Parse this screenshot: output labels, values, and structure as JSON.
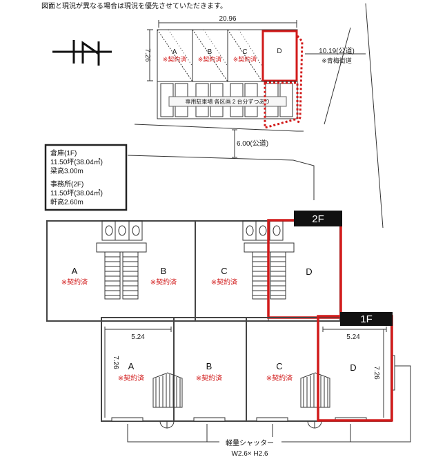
{
  "notice": "図面と現況が異なる場合は現況を優先させていただきます。",
  "site": {
    "width_dim": "20.96",
    "depth_dim": "7.26",
    "units": [
      {
        "label": "A",
        "status": "※契約済"
      },
      {
        "label": "B",
        "status": "※契約済"
      },
      {
        "label": "C",
        "status": "※契約済"
      },
      {
        "label": "D",
        "status": ""
      }
    ],
    "parking_note": "専用駐車場 各区画 2 台分ずつあり",
    "east_road": "10.19(公道)",
    "east_road_note": "※青梅街道",
    "south_road": "6.00(公道)"
  },
  "info": {
    "garage_title": "倉庫(1F)",
    "garage_area": "11.50坪(38.04㎡)",
    "garage_height": "梁高3.00m",
    "office_title": "事務所(2F)",
    "office_area": "11.50坪(38.04㎡)",
    "office_height": "軒高2.60m"
  },
  "floor2": {
    "tag": "2F",
    "units": [
      {
        "label": "A",
        "status": "※契約済"
      },
      {
        "label": "B",
        "status": "※契約済"
      },
      {
        "label": "C",
        "status": "※契約済"
      },
      {
        "label": "D",
        "status": ""
      }
    ]
  },
  "floor1": {
    "tag": "1F",
    "width_dim": "5.24",
    "depth_dim": "7.26",
    "units": [
      {
        "label": "A",
        "status": "※契約済"
      },
      {
        "label": "B",
        "status": "※契約済"
      },
      {
        "label": "C",
        "status": "※契約済"
      },
      {
        "label": "D",
        "status": ""
      }
    ],
    "shutter_title": "軽量シャッター",
    "shutter_size": "W2.6× H2.6"
  }
}
